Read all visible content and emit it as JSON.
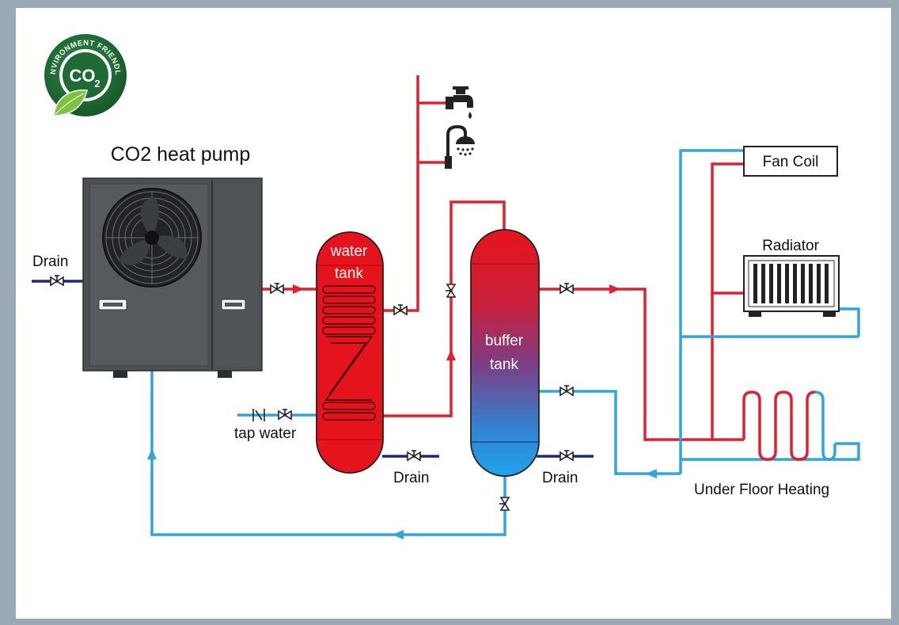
{
  "badge": {
    "ring_text": "ENVIRONMENT FRIENDLY",
    "center_text": "CO",
    "center_sub": "2",
    "color": "#1e6b35"
  },
  "title": "CO2 heat pump",
  "labels": {
    "drain_left": "Drain",
    "water_tank_line1": "water",
    "water_tank_line2": "tank",
    "tap_water": "tap water",
    "drain_water_tank": "Drain",
    "buffer_tank_line1": "buffer",
    "buffer_tank_line2": "tank",
    "drain_buffer_tank": "Drain",
    "fan_coil": "Fan Coil",
    "radiator": "Radiator",
    "under_floor_heating": "Under Floor Heating"
  },
  "colors": {
    "hot_pipe": "#e0202e",
    "cold_pipe": "#2ea6dc",
    "drain_pipe": "#1a2a78",
    "tank_red": "#e5141c",
    "heat_pump_body": "#4d5156"
  },
  "icons": [
    "tap-icon",
    "shower-icon",
    "valve-icon",
    "flow-arrow-icon",
    "fan-icon",
    "leaf-icon"
  ]
}
